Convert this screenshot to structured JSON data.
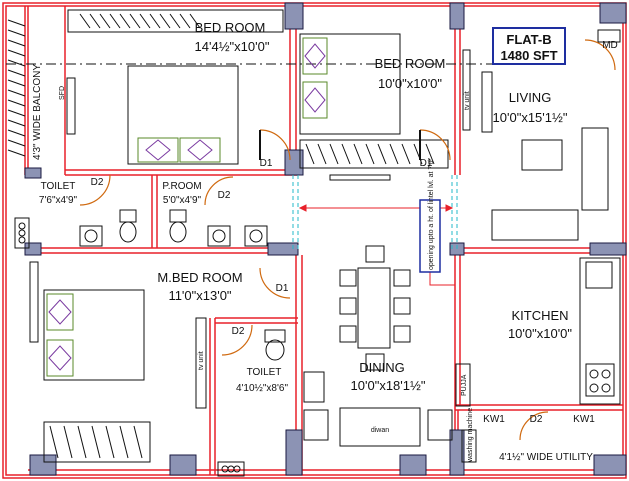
{
  "flat_badge": {
    "line1": "FLAT-B",
    "line2": "1480 SFT"
  },
  "rooms": {
    "bed1": {
      "name": "BED ROOM",
      "size": "14'4½\"x10'0\""
    },
    "bed2": {
      "name": "BED ROOM",
      "size": "10'0\"x10'0\""
    },
    "living": {
      "name": "LIVING",
      "size": "10'0\"x15'1½\""
    },
    "toilet1": {
      "name": "TOILET",
      "size": "7'6\"x4'9\""
    },
    "proom": {
      "name": "P.ROOM",
      "size": "5'0\"x4'9\""
    },
    "mbed": {
      "name": "M.BED ROOM",
      "size": "11'0\"x13'0\""
    },
    "kitchen": {
      "name": "KITCHEN",
      "size": "10'0\"x10'0\""
    },
    "dining": {
      "name": "DINING",
      "size": "10'0\"x18'1½\""
    },
    "toilet2": {
      "name": "TOILET",
      "size": "4'10½\"x8'6\""
    },
    "utility": {
      "name": "4'1½\" WIDE UTILITY"
    },
    "balcony": {
      "name": "4'3\" WIDE BALCONY"
    }
  },
  "doors": {
    "d1": "D1",
    "d2": "D2",
    "md": "MD"
  },
  "windows": {
    "kw1": "KW1"
  },
  "fixtures": {
    "sfd": "SFD",
    "tv_unit": "tv unit",
    "pujja": "PUJJA",
    "diwan": "diwan",
    "washing": "washing machine",
    "opening": "opening upto a ht. of lintel lvl. at 7'0\""
  },
  "colors": {
    "wall": "#e8202a",
    "column": "#8c93b4",
    "dim_line": "#e8202a",
    "cyan_line": "#25b9c8",
    "badge": "#1e2ea0"
  }
}
